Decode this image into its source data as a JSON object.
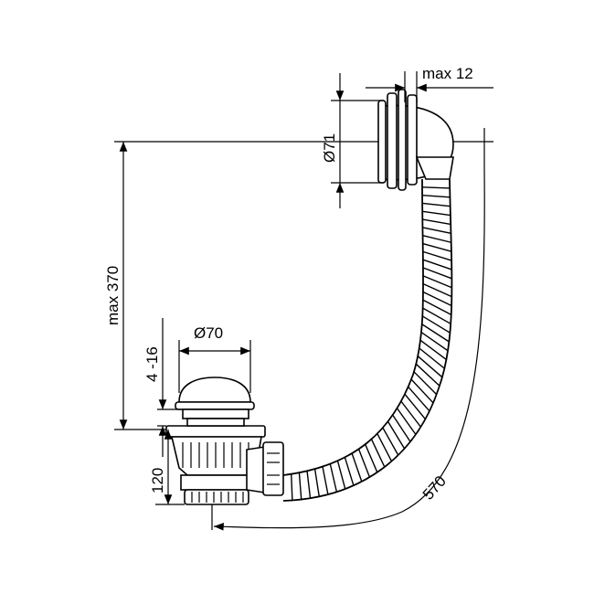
{
  "dimensions": {
    "max_thickness": "max 12",
    "overflow_diameter": "Ø71",
    "max_height": "max 370",
    "waste_diameter": "Ø70",
    "flange_range": "4 -16",
    "waste_height": "120",
    "cable_length": "570"
  },
  "colors": {
    "line": "#000000",
    "background": "#ffffff"
  }
}
